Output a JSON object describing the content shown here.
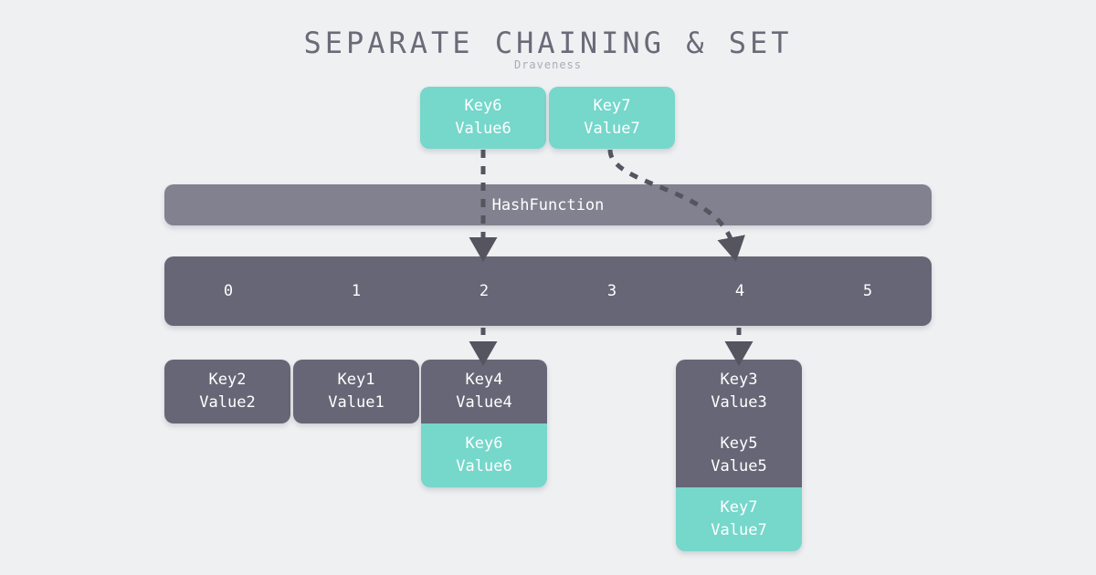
{
  "header": {
    "title": "SEPARATE CHAINING & SET",
    "subtitle": "Draveness"
  },
  "incoming": [
    {
      "key": "Key6",
      "value": "Value6",
      "color": "#76d7cb"
    },
    {
      "key": "Key7",
      "value": "Value7",
      "color": "#76d7cb"
    }
  ],
  "hash_function": {
    "label": "HashFunction",
    "color": "#82818f"
  },
  "bucket_bar": {
    "color": "#676676",
    "indices": [
      "0",
      "1",
      "2",
      "3",
      "4",
      "5"
    ]
  },
  "chains": [
    {
      "bucket": "0",
      "entries": [
        {
          "key": "Key2",
          "value": "Value2",
          "highlight": false
        }
      ]
    },
    {
      "bucket": "1",
      "entries": [
        {
          "key": "Key1",
          "value": "Value1",
          "highlight": false
        }
      ]
    },
    {
      "bucket": "2",
      "entries": [
        {
          "key": "Key4",
          "value": "Value4",
          "highlight": false
        },
        {
          "key": "Key6",
          "value": "Value6",
          "highlight": true
        }
      ]
    },
    {
      "bucket": "4",
      "entries": [
        {
          "key": "Key3",
          "value": "Value3",
          "highlight": false
        },
        {
          "key": "Key5",
          "value": "Value5",
          "highlight": false
        },
        {
          "key": "Key7",
          "value": "Value7",
          "highlight": true
        }
      ]
    }
  ],
  "colors": {
    "background": "#eff0f2",
    "accent_teal": "#76d7cb",
    "bucket_gray": "#676676",
    "hash_gray": "#82818f",
    "arrow": "#55545f",
    "title": "#6b6a78",
    "subtitle": "#a9acb4"
  },
  "flows": [
    {
      "from": "Key6",
      "to_bucket": "2"
    },
    {
      "from": "Key7",
      "to_bucket": "4"
    }
  ]
}
